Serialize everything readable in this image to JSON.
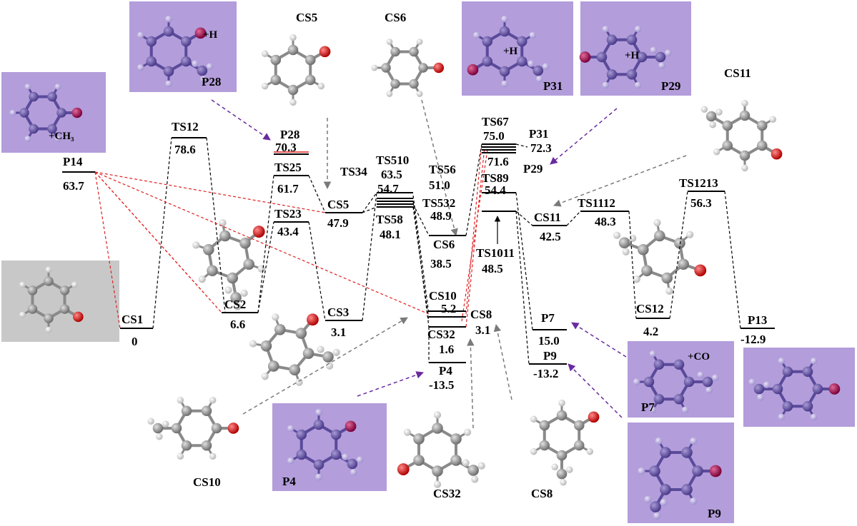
{
  "colors": {
    "level": "#000000",
    "connector": "#000000",
    "red_path": "#e02020",
    "gray_arrow": "#7a7a7a",
    "purple_arrow": "#6a2aa0",
    "inset_purple": "#b39ddb",
    "inset_gray": "#c8c8c8",
    "atom_carbon": "#8e8e8e",
    "atom_carbon_purple": "#6d5aa8",
    "atom_hydrogen": "#ededed",
    "atom_oxygen": "#d11010",
    "atom_oxygen_purple": "#a0104a"
  },
  "levels": [
    {
      "id": "CS1",
      "label": "CS1",
      "value": "0"
    },
    {
      "id": "TS12",
      "label": "TS12",
      "value": "78.6"
    },
    {
      "id": "P14",
      "label": "P14",
      "value": "63.7"
    },
    {
      "id": "CS2",
      "label": "CS2",
      "value": "6.6"
    },
    {
      "id": "P28",
      "label": "P28",
      "value": "70.3"
    },
    {
      "id": "TS25",
      "label": "TS25",
      "value": "61.7"
    },
    {
      "id": "TS23",
      "label": "TS23",
      "value": "43.4"
    },
    {
      "id": "CS3",
      "label": "CS3",
      "value": "3.1"
    },
    {
      "id": "CS5",
      "label": "CS5",
      "value": "47.9"
    },
    {
      "id": "TS34",
      "label": "TS34",
      "value": ""
    },
    {
      "id": "TS510",
      "label": "TS510",
      "value": "63.5"
    },
    {
      "id": "TS56",
      "label": "TS56",
      "value": "51.0"
    },
    {
      "id": "TS532",
      "label": "TS532",
      "value": "48.9"
    },
    {
      "id": "TS34v",
      "label": "",
      "value": "54.7"
    },
    {
      "id": "TS58",
      "label": "TS58",
      "value": "48.1"
    },
    {
      "id": "CS6",
      "label": "CS6",
      "value": "38.5"
    },
    {
      "id": "CS10",
      "label": "CS10",
      "value": "5.2"
    },
    {
      "id": "CS32",
      "label": "CS32",
      "value": "1.6"
    },
    {
      "id": "CS8",
      "label": "CS8",
      "value": "3.1"
    },
    {
      "id": "P4",
      "label": "P4",
      "value": "-13.5"
    },
    {
      "id": "TS67",
      "label": "TS67",
      "value": "75.0"
    },
    {
      "id": "P31",
      "label": "P31",
      "value": "72.3"
    },
    {
      "id": "P29",
      "label": "P29",
      "value": "71.6"
    },
    {
      "id": "TS89",
      "label": "TS89",
      "value": "54.4"
    },
    {
      "id": "TS1011",
      "label": "TS1011",
      "value": "48.5"
    },
    {
      "id": "CS11",
      "label": "CS11",
      "value": "42.5"
    },
    {
      "id": "TS1112",
      "label": "TS1112",
      "value": "48.3"
    },
    {
      "id": "P7",
      "label": "P7",
      "value": "15.0"
    },
    {
      "id": "P9",
      "label": "P9",
      "value": "-13.2"
    },
    {
      "id": "CS12",
      "label": "CS12",
      "value": "4.2"
    },
    {
      "id": "TS1213",
      "label": "TS1213",
      "value": "56.3"
    },
    {
      "id": "P13",
      "label": "P13",
      "value": "-12.9"
    }
  ],
  "insets": {
    "p14": {
      "name": "P14",
      "extra": "+CH₃"
    },
    "p28": {
      "name": "P28",
      "extra": "+H"
    },
    "p31": {
      "name": "P31",
      "extra": "+H"
    },
    "p29": {
      "name": "P29",
      "extra": "+H"
    },
    "p4": {
      "name": "P4"
    },
    "p7": {
      "name": "P7",
      "extra": "+CO"
    },
    "p9": {
      "name": "P9"
    },
    "p13": {
      "name": ""
    }
  },
  "molecule_labels": {
    "cs5": "CS5",
    "cs6": "CS6",
    "cs11": "CS11",
    "cs10": "CS10",
    "cs32": "CS32",
    "cs8": "CS8"
  }
}
